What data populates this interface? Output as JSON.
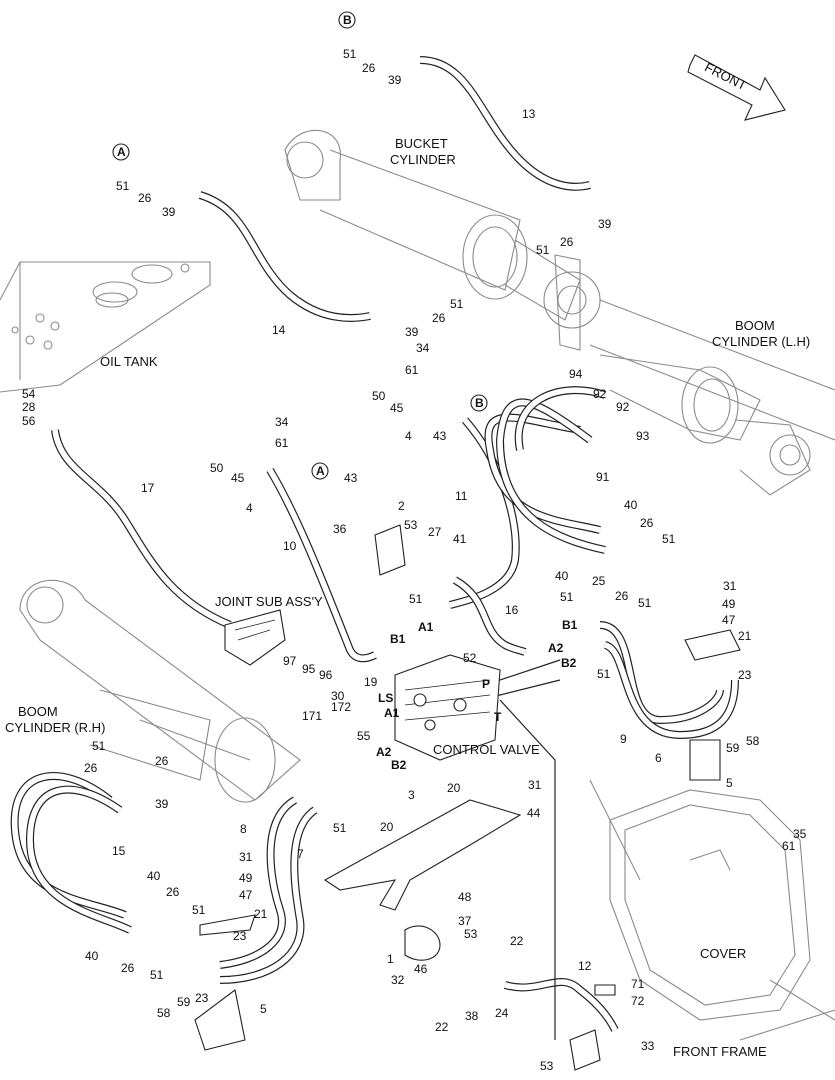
{
  "titles": {
    "bucket_cylinder": [
      "BUCKET",
      "CYLINDER"
    ],
    "boom_cylinder_lh": [
      "BOOM",
      "CYLINDER (L.H)"
    ],
    "boom_cylinder_rh": [
      "BOOM",
      "CYLINDER (R.H)"
    ],
    "oil_tank": "OIL TANK",
    "joint_sub_assy": "JOINT SUB ASS'Y",
    "control_valve": "CONTROL VALVE",
    "cover": "COVER",
    "front_frame": "FRONT FRAME",
    "front": "FRONT"
  },
  "callouts": {
    "A_top": "A",
    "B_top": "B",
    "A_mid": "A",
    "B_mid": "B"
  },
  "ports": [
    "B1",
    "A1",
    "A2",
    "B2",
    "LS",
    "P",
    "T",
    "B1",
    "A1",
    "A2",
    "B2"
  ],
  "parts": [
    "51",
    "26",
    "39",
    "13",
    "51",
    "26",
    "39",
    "14",
    "51",
    "26",
    "39",
    "51",
    "26",
    "39",
    "54",
    "28",
    "56",
    "17",
    "34",
    "61",
    "50",
    "45",
    "4",
    "43",
    "34",
    "61",
    "50",
    "45",
    "4",
    "43",
    "10",
    "36",
    "2",
    "53",
    "27",
    "41",
    "11",
    "16",
    "94",
    "92",
    "92",
    "93",
    "91",
    "40",
    "26",
    "51",
    "40",
    "25",
    "26",
    "51",
    "31",
    "49",
    "47",
    "21",
    "23",
    "6",
    "59",
    "58",
    "5",
    "9",
    "51",
    "51",
    "51",
    "52",
    "97",
    "95",
    "96",
    "19",
    "30",
    "55",
    "171",
    "172",
    "51",
    "26",
    "26",
    "39",
    "15",
    "8",
    "7",
    "51",
    "20",
    "20",
    "3",
    "31",
    "44",
    "40",
    "26",
    "40",
    "26",
    "51",
    "31",
    "49",
    "47",
    "21",
    "51",
    "23",
    "23",
    "5",
    "59",
    "58",
    "48",
    "37",
    "1",
    "53",
    "22",
    "32",
    "46",
    "22",
    "38",
    "24",
    "12",
    "71",
    "72",
    "33",
    "53",
    "35",
    "61"
  ]
}
